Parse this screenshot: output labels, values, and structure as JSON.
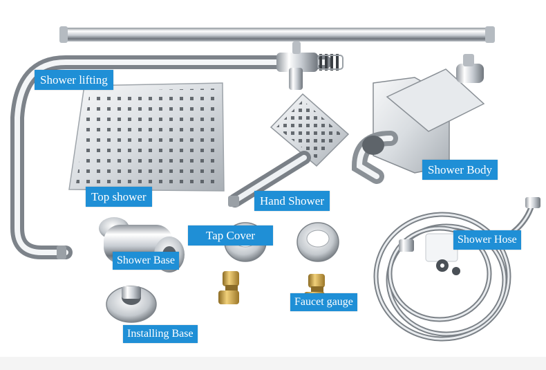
{
  "labels": {
    "shower_lifting": "Shower lifting",
    "top_shower": "Top shower",
    "hand_shower": "Hand Shower",
    "shower_body": "Shower Body",
    "tap_cover": "Tap Cover",
    "shower_base": "Shower Base",
    "shower_hose": "Shower Hose",
    "faucet_gauge": "Faucet gauge",
    "installing_base": "Installing Base"
  },
  "colors": {
    "label_bg": "#1f8fd6",
    "label_text": "#ffffff",
    "chrome_light": "#f2f4f6",
    "chrome_dark": "#8a9098",
    "brass": "#c9a24a"
  }
}
